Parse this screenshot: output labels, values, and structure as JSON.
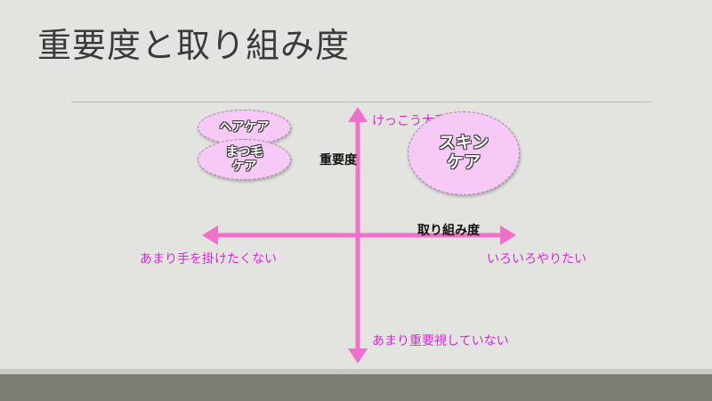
{
  "title": "重要度と取り組み度",
  "axes": {
    "y_title": "重要度",
    "x_title": "取り組み度",
    "top_label": "けっこう大事",
    "bottom_label": "あまり重要視していない",
    "left_label": "あまり手を掛けたくない",
    "right_label": "いろいろやりたい"
  },
  "items": [
    {
      "label": "ヘアケア"
    },
    {
      "label": "まつ毛\nケア"
    },
    {
      "label": "スキン\nケア"
    }
  ],
  "colors": {
    "axis": "#f06fcb",
    "label": "#d21fd2",
    "bubble_fill": "#f7c9f7"
  }
}
